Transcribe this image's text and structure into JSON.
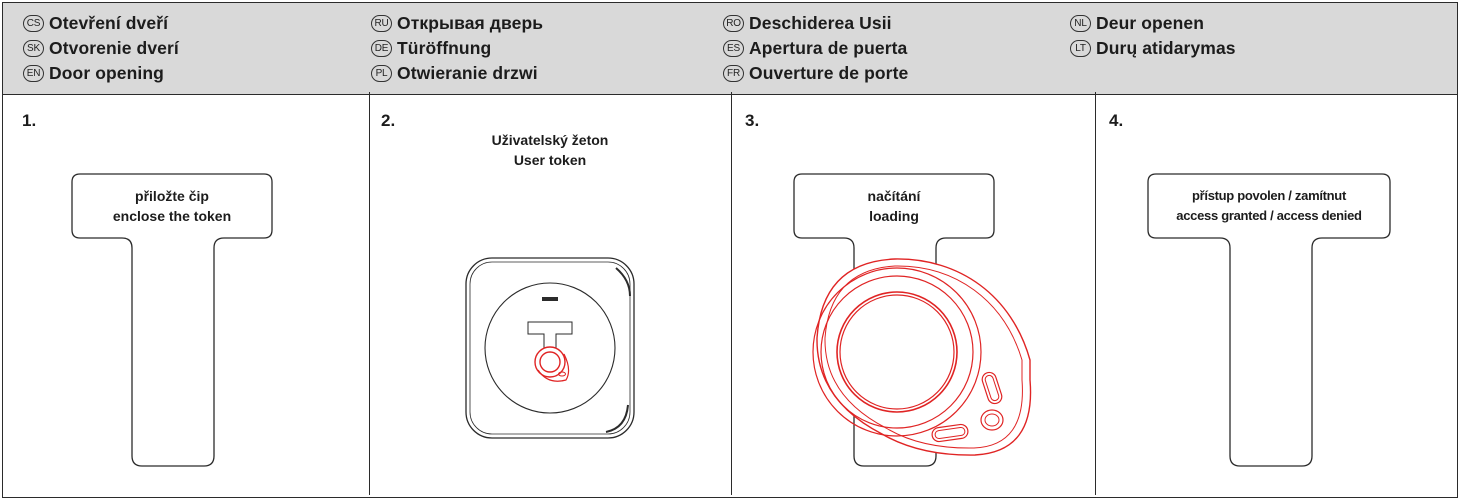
{
  "header": {
    "languages": [
      {
        "code": "CS",
        "title": "Otevření dveří"
      },
      {
        "code": "SK",
        "title": "Otvorenie dverí"
      },
      {
        "code": "EN",
        "title": "Door opening"
      },
      {
        "code": "RU",
        "title": "Открывая дверь"
      },
      {
        "code": "DE",
        "title": "Türöffnung"
      },
      {
        "code": "PL",
        "title": "Otwieranie drzwi"
      },
      {
        "code": "RO",
        "title": "Deschiderea Usii"
      },
      {
        "code": "ES",
        "title": "Apertura de puerta"
      },
      {
        "code": "FR",
        "title": "Ouverture de porte"
      },
      {
        "code": "NL",
        "title": "Deur openen"
      },
      {
        "code": "LT",
        "title": "Durų atidarymas"
      }
    ]
  },
  "steps": [
    {
      "number": "1.",
      "line1": "přiložte čip",
      "line2": "enclose the token"
    },
    {
      "number": "2.",
      "line1": "Uživatelský žeton",
      "line2": "User token"
    },
    {
      "number": "3.",
      "line1": "načítání",
      "line2": "loading"
    },
    {
      "number": "4.",
      "line1": "přístup povolen / zamítnut",
      "line2": "access granted / access denied"
    }
  ],
  "colors": {
    "header_bg": "#d9d9d9",
    "line": "#2b2b2b",
    "token_red": "#e02424"
  },
  "icons": [
    "t-shaped-sign-icon",
    "wall-reader-device-icon",
    "rfid-key-fob-icon"
  ]
}
